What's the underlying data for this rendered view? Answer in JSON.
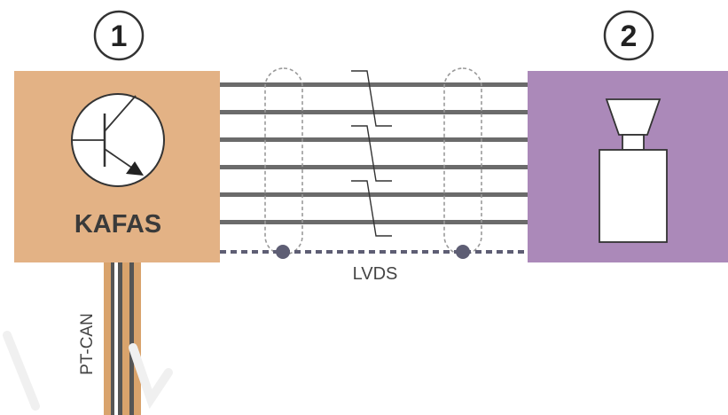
{
  "callouts": [
    {
      "id": "1",
      "label": "1"
    },
    {
      "id": "2",
      "label": "2"
    }
  ],
  "blocks": {
    "left": {
      "name": "KAFAS",
      "fill": "#e3b285"
    },
    "right": {
      "name": "",
      "fill": "#ab89b9"
    }
  },
  "bus": {
    "label": "LVDS",
    "line_count": 6
  },
  "can": {
    "label": "PT-CAN"
  },
  "colors": {
    "line": "#6b6b6b",
    "dot": "#5e5e74",
    "can_wire": "#d9a36c",
    "outline": "#333333",
    "dashed": "#9a9a9a"
  },
  "icons": {
    "left": "transistor-icon",
    "right": "camera-icon"
  }
}
